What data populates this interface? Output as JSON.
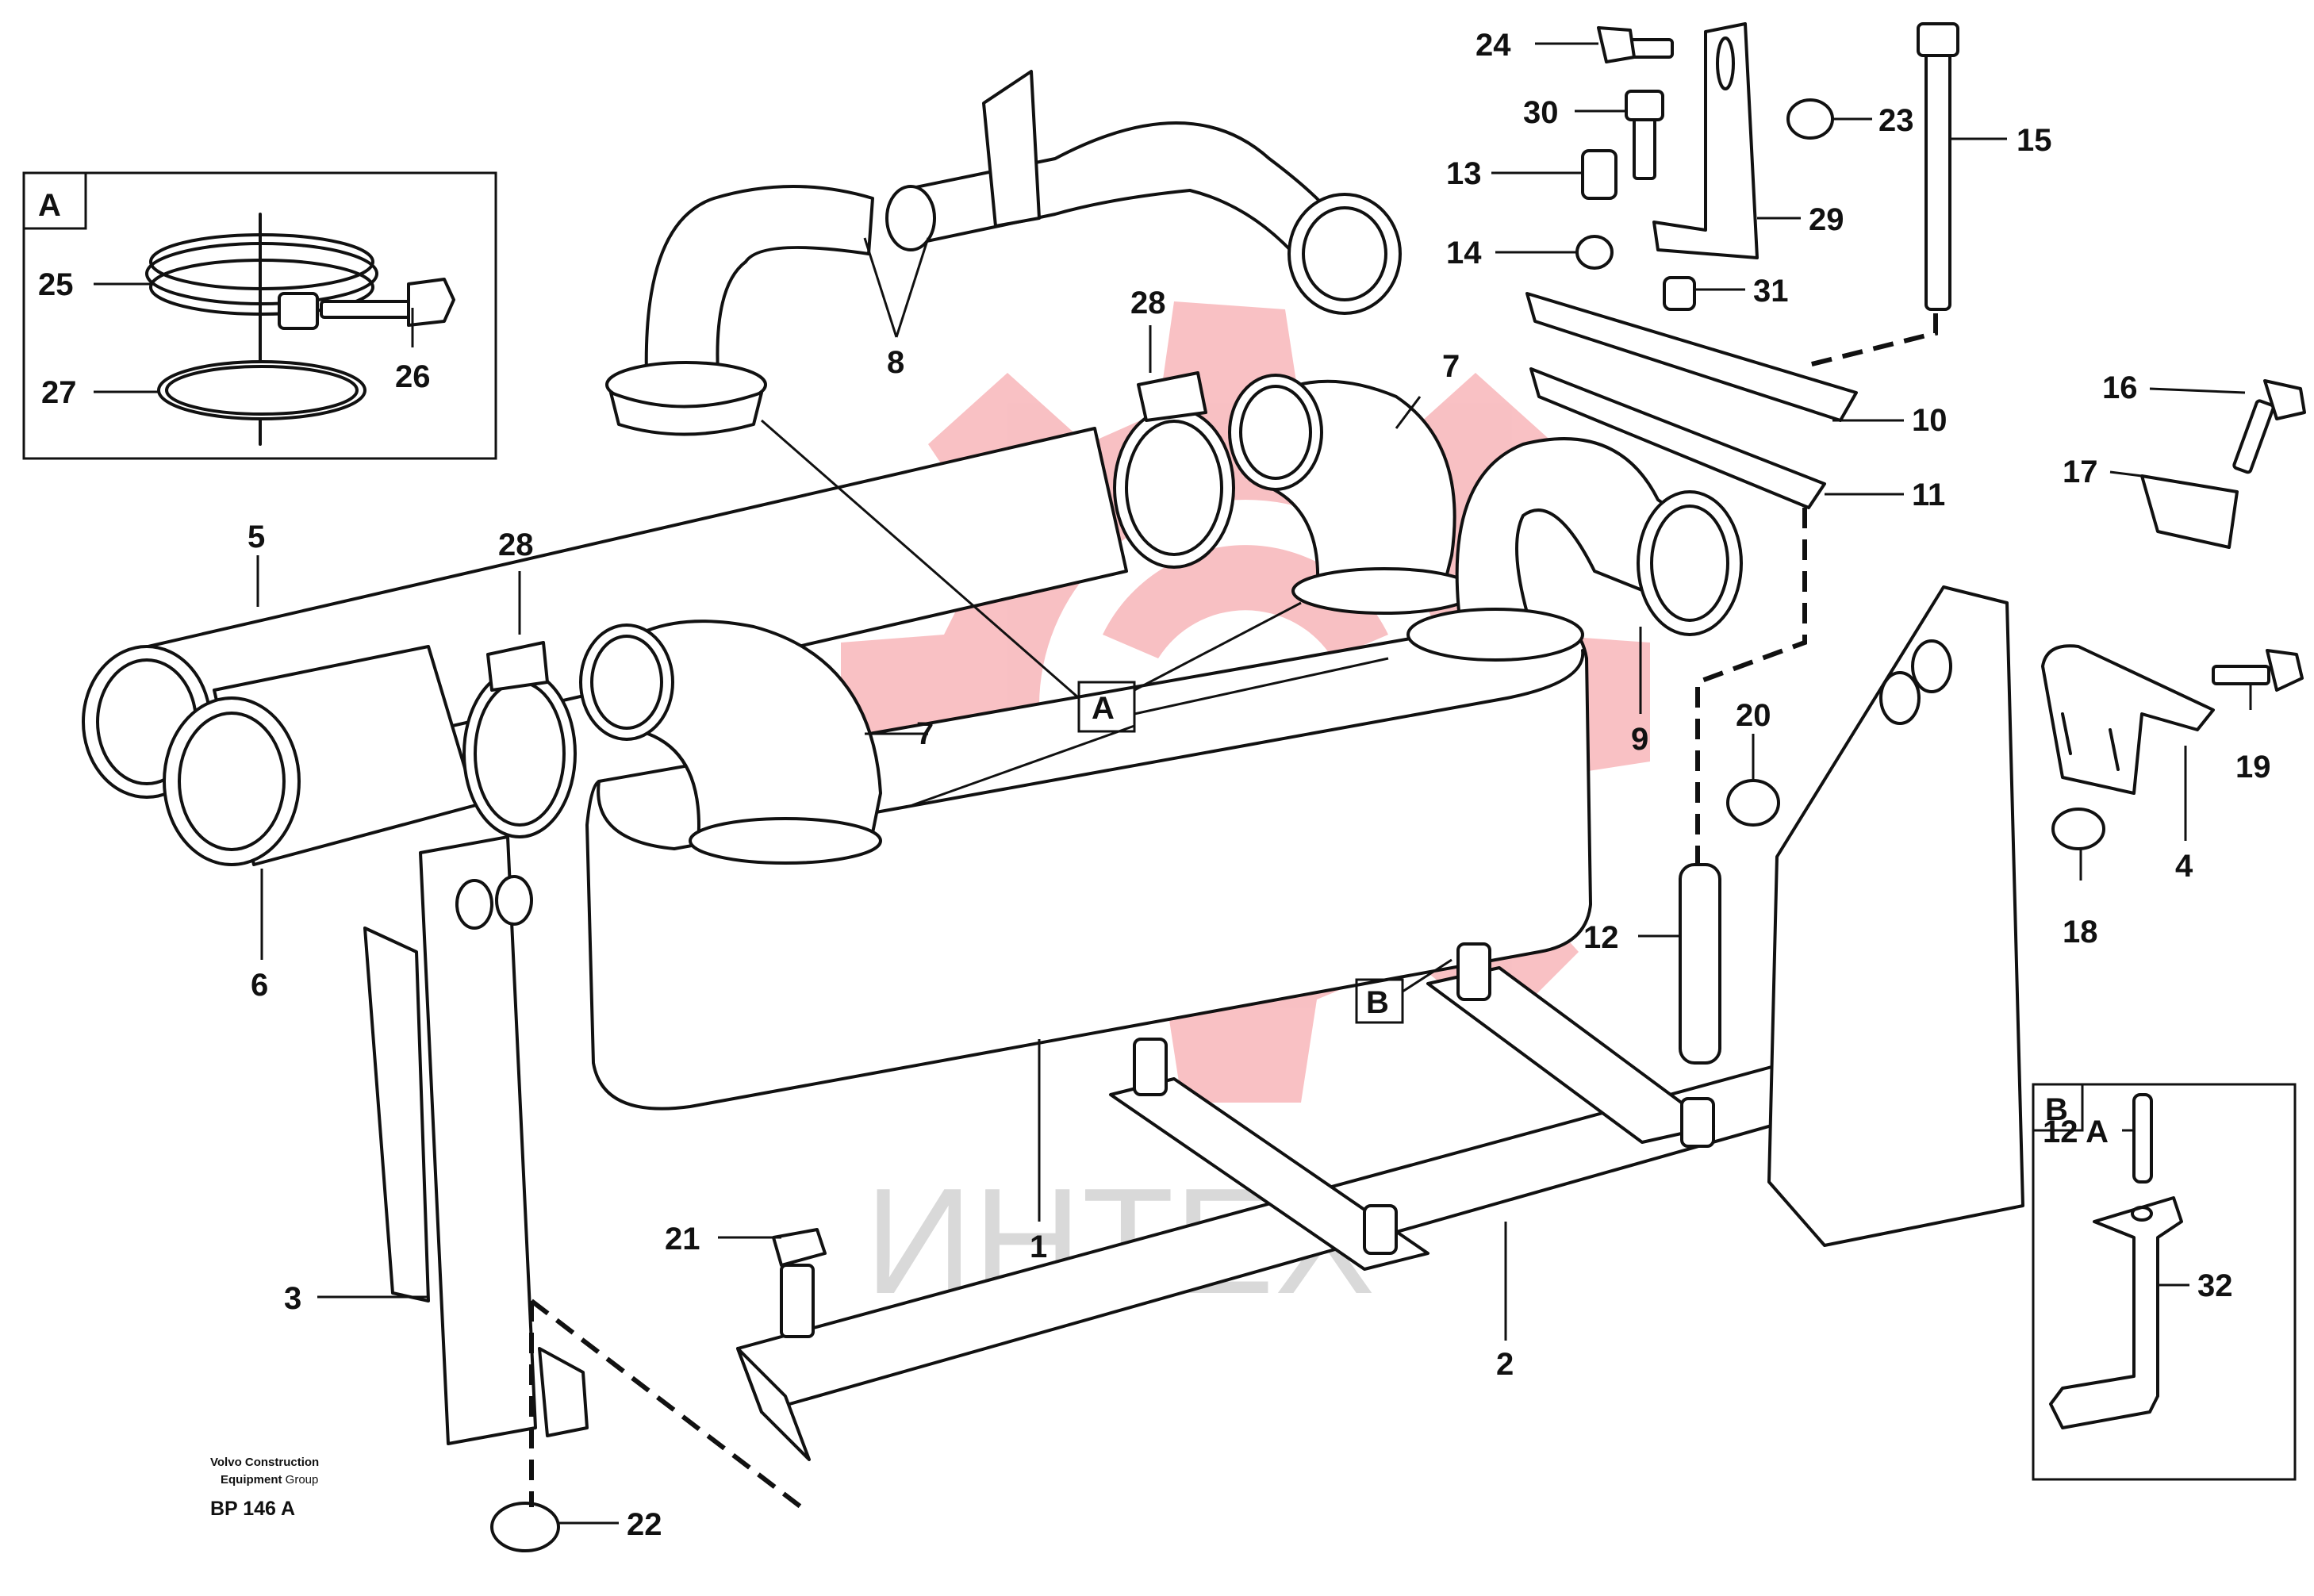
{
  "detail_boxes": [
    {
      "id": "A",
      "label": "A"
    },
    {
      "id": "B",
      "label": "B"
    }
  ],
  "view_refs": {
    "a": "A",
    "b": "B"
  },
  "callouts": {
    "c1": "1",
    "c2": "2",
    "c3": "3",
    "c4": "4",
    "c5": "5",
    "c6": "6",
    "c7a": "7",
    "c7b": "7",
    "c8": "8",
    "c9": "9",
    "c10": "10",
    "c11": "11",
    "c12": "12",
    "c13": "13",
    "c14": "14",
    "c15": "15",
    "c16": "16",
    "c17": "17",
    "c18": "18",
    "c19": "19",
    "c20": "20",
    "c21": "21",
    "c22": "22",
    "c23": "23",
    "c24": "24",
    "c25": "25",
    "c26": "26",
    "c27": "27",
    "c28a": "28",
    "c28b": "28",
    "c29": "29",
    "c30": "30",
    "c31": "31",
    "c32": "32",
    "c12a": "12 A"
  },
  "footer": {
    "company_line1": "Volvo Construction",
    "company_line2_bold": "Equipment",
    "company_line2_rest": "Group",
    "drawing_ref": "BP 146  A"
  },
  "watermark": {
    "text": "ИНТЕХ",
    "color": "#e8202a"
  }
}
